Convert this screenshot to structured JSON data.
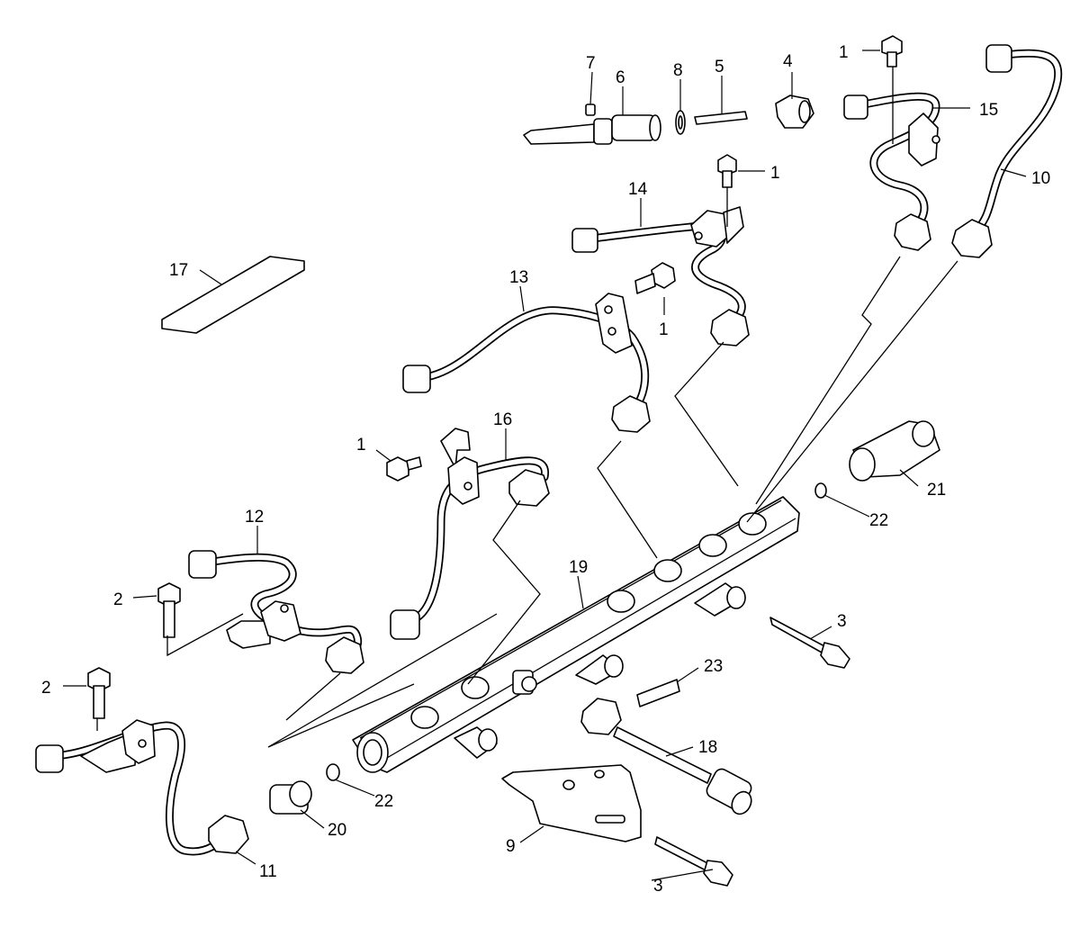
{
  "diagram": {
    "colors": {
      "line": "#000000",
      "fill": "#ffffff"
    },
    "callouts": {
      "c1a": "1",
      "c1b": "1",
      "c1c": "1",
      "c1d": "1",
      "c2a": "2",
      "c2b": "2",
      "c3a": "3",
      "c3b": "3",
      "c4": "4",
      "c5": "5",
      "c6": "6",
      "c7": "7",
      "c8": "8",
      "c9": "9",
      "c10": "10",
      "c11": "11",
      "c12": "12",
      "c13": "13",
      "c14": "14",
      "c15": "15",
      "c16": "16",
      "c17": "17",
      "c18": "18",
      "c19": "19",
      "c20": "20",
      "c21": "21",
      "c22a": "22",
      "c22b": "22",
      "c23": "23"
    }
  }
}
